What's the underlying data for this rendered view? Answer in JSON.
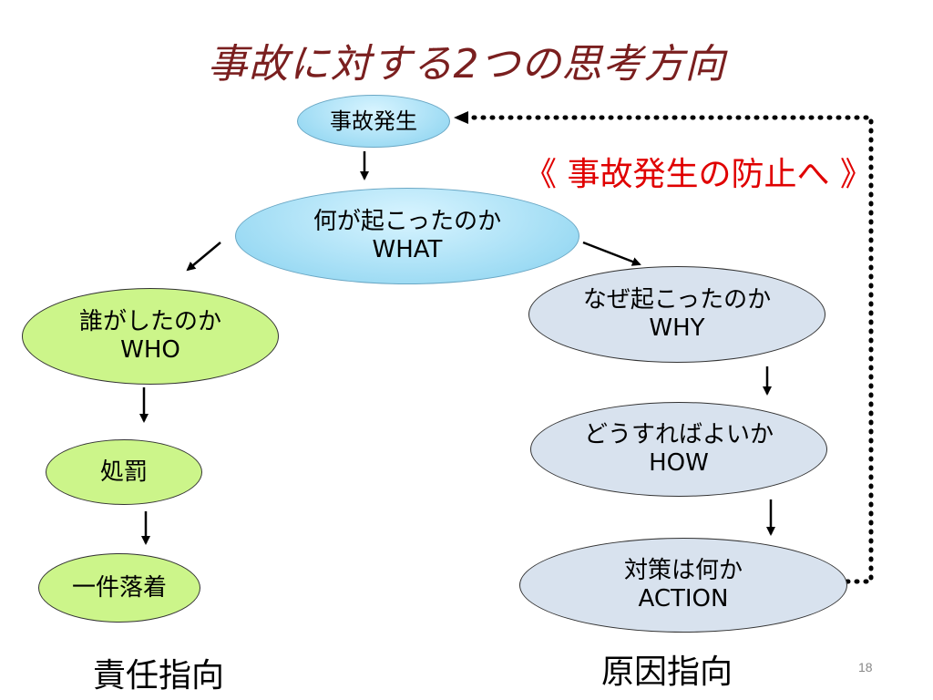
{
  "title": "事故に対する2つの思考方向",
  "nodes": {
    "incident": "事故発生",
    "what": {
      "line1": "何が起こったのか",
      "line2": "WHAT"
    },
    "who": {
      "line1": "誰がしたのか",
      "line2": "WHO"
    },
    "punish": "処罰",
    "settled": "一件落着",
    "why": {
      "line1": "なぜ起こったのか",
      "line2": "WHY"
    },
    "how": {
      "line1": "どうすればよいか",
      "line2": "HOW"
    },
    "action": {
      "line1": "対策は何か",
      "line2": "ACTION"
    }
  },
  "slogan": "《 事故発生の防止へ 》",
  "captions": {
    "left": "責任指向",
    "right": "原因指向"
  },
  "page_number": "18"
}
